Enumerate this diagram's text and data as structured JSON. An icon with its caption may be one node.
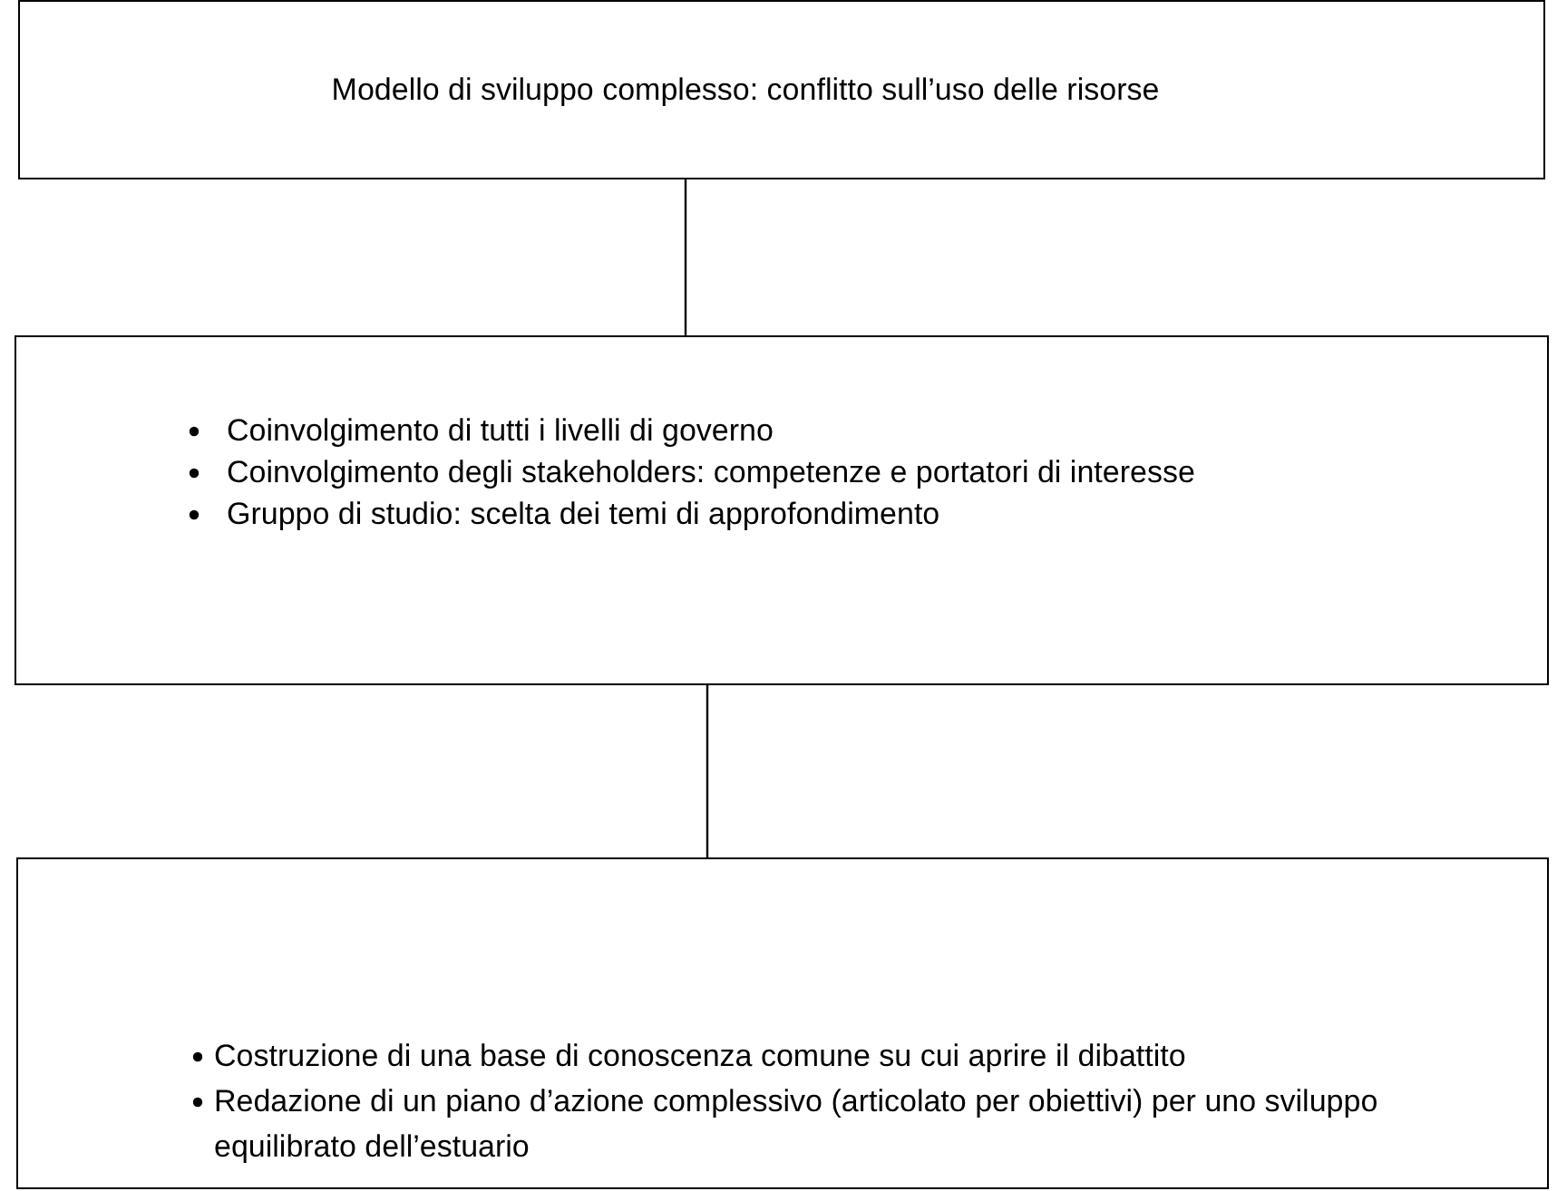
{
  "diagram": {
    "nodes": [
      {
        "text": [
          "Modello di sviluppo complesso: conflitto sull’uso delle risorse"
        ]
      },
      {
        "text": [
          "Coinvolgimento di tutti i livelli di governo",
          "Coinvolgimento degli stakeholders: competenze e portatori di interesse",
          "Gruppo di studio: scelta dei temi di approfondimento"
        ]
      },
      {
        "text": [
          "Costruzione di una base di conoscenza comune su cui aprire il dibattito",
          "Redazione di un piano d’azione complessivo (articolato per obiettivi) per uno sviluppo equilibrato dell’estuario"
        ]
      }
    ],
    "edges": [
      {
        "from": 0,
        "to": 1,
        "arrow": "none"
      },
      {
        "from": 1,
        "to": 2,
        "arrow": "none"
      }
    ]
  }
}
